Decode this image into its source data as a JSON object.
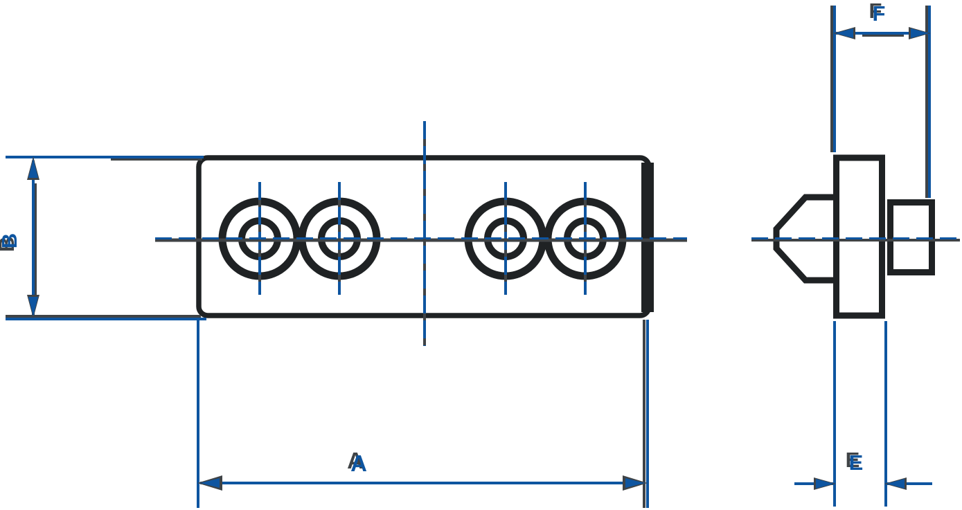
{
  "labels": {
    "a": "A",
    "b": "B",
    "e": "E",
    "f": "F"
  },
  "colors": {
    "background": "#ffffff",
    "outline-dark": "#1f2224",
    "line-gray": "#3f4346",
    "dimension-blue": "#0e55a0"
  }
}
